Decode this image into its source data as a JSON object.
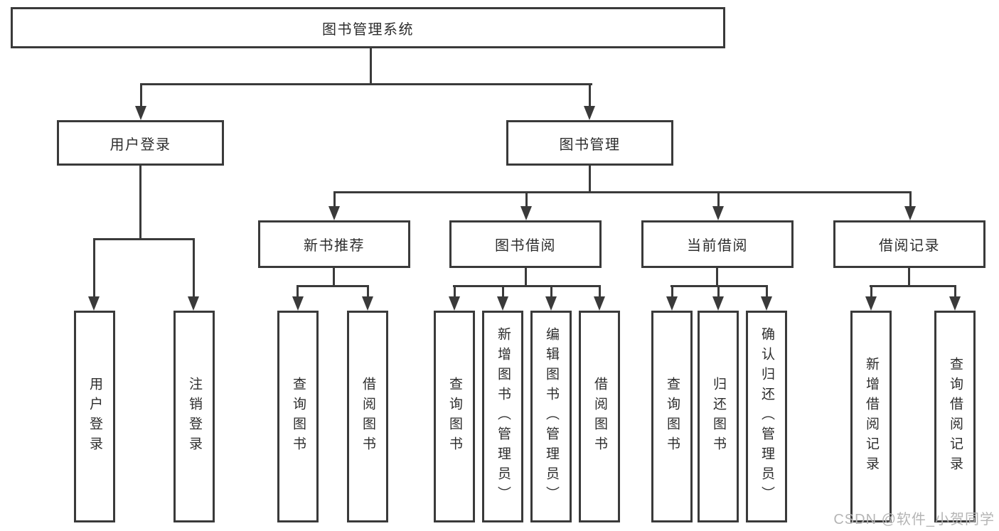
{
  "tree": {
    "root": "图书管理系统",
    "user_login": {
      "label": "用户登录",
      "children": [
        "用户登录",
        "注销登录"
      ]
    },
    "book_mgmt": {
      "label": "图书管理",
      "sections": {
        "new_book": {
          "label": "新书推荐",
          "children": [
            "查询图书",
            "借阅图书"
          ]
        },
        "borrow": {
          "label": "图书借阅",
          "children": [
            "查询图书",
            "新增图书（管理员）",
            "编辑图书（管理员）",
            "借阅图书"
          ]
        },
        "current": {
          "label": "当前借阅",
          "children": [
            "查询图书",
            "归还图书",
            "确认归还（管理员）"
          ]
        },
        "records": {
          "label": "借阅记录",
          "children": [
            "新增借阅记录",
            "查询借阅记录"
          ]
        }
      }
    }
  },
  "watermark": "CSDN @软件_小贺同学",
  "colors": {
    "line": "#3a3a3a",
    "text": "#2d2d2d",
    "watermark": "#b5b5b5",
    "background": "#ffffff"
  }
}
